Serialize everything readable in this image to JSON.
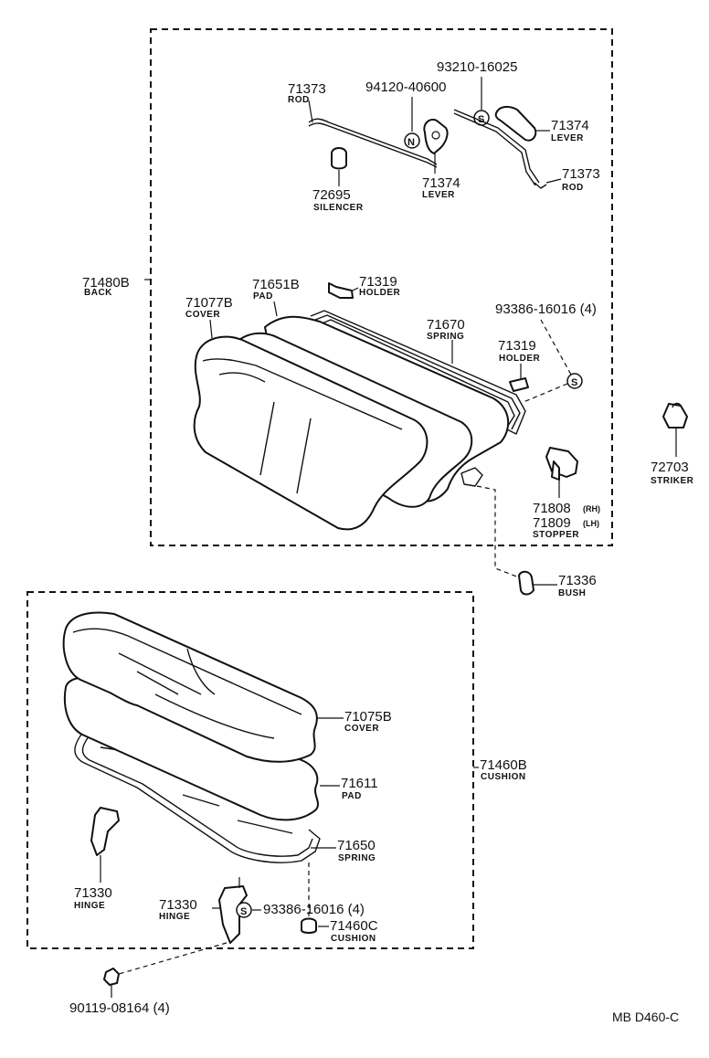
{
  "diagram_code": "MB D460-C",
  "upper_group": {
    "assembly": {
      "number": "71480B",
      "name": "BACK"
    },
    "parts": [
      {
        "number": "71373",
        "name": "ROD"
      },
      {
        "number": "94120-40600",
        "name": ""
      },
      {
        "number": "93210-16025",
        "name": ""
      },
      {
        "number": "71374",
        "name": "LEVER"
      },
      {
        "number": "71374",
        "name": "LEVER"
      },
      {
        "number": "71373",
        "name": "ROD"
      },
      {
        "number": "72695",
        "name": "SILENCER"
      },
      {
        "number": "71651B",
        "name": "PAD"
      },
      {
        "number": "71319",
        "name": "HOLDER"
      },
      {
        "number": "71077B",
        "name": "COVER"
      },
      {
        "number": "93386-16016 (4)",
        "name": ""
      },
      {
        "number": "71670",
        "name": "SPRING"
      },
      {
        "number": "71319",
        "name": "HOLDER"
      }
    ],
    "stopper": {
      "rh": "71808",
      "rh_tag": "(RH)",
      "lh": "71809",
      "lh_tag": "(LH)",
      "name": "STOPPER"
    }
  },
  "striker": {
    "number": "72703",
    "name": "STRIKER"
  },
  "bush": {
    "number": "71336",
    "name": "BUSH"
  },
  "lower_group": {
    "assembly": {
      "number": "71460B",
      "name": "CUSHION"
    },
    "parts": [
      {
        "number": "71075B",
        "name": "COVER"
      },
      {
        "number": "71611",
        "name": "PAD"
      },
      {
        "number": "71650",
        "name": "SPRING"
      },
      {
        "number": "71330",
        "name": "HINGE"
      },
      {
        "number": "71330",
        "name": "HINGE"
      },
      {
        "number": "93386-16016 (4)",
        "name": ""
      },
      {
        "number": "71460C",
        "name": "CUSHION"
      }
    ]
  },
  "bolt": {
    "number": "90119-08164 (4)"
  },
  "markers": {
    "n": "N",
    "s": "S"
  }
}
